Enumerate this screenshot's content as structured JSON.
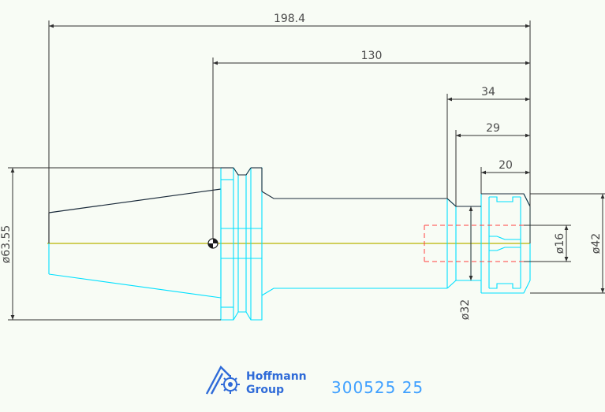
{
  "drawing": {
    "dimensions": {
      "overall_length": "198.4",
      "gauge_length": "130",
      "nut_length_34": "34",
      "nut_length_29": "29",
      "nut_length_20": "20",
      "taper_diameter": "ø63.55",
      "bore_diameter": "ø16",
      "nut_diameter": "ø42",
      "shank_diameter": "ø32"
    },
    "colors": {
      "background": "#f8fcf5",
      "part_outline": "#00e0ff",
      "dimension_lines": "#303030",
      "centerline": "#b8b400",
      "hidden_lines": "#ff4040",
      "brand_blue": "#2f6bd8",
      "part_number_blue": "#3fa0ff"
    }
  },
  "title_block": {
    "logo_line1": "Hoffmann",
    "logo_line2": "Group",
    "logo_icon": "hoffmann-hook-gear-logo",
    "part_number": "300525 25"
  }
}
